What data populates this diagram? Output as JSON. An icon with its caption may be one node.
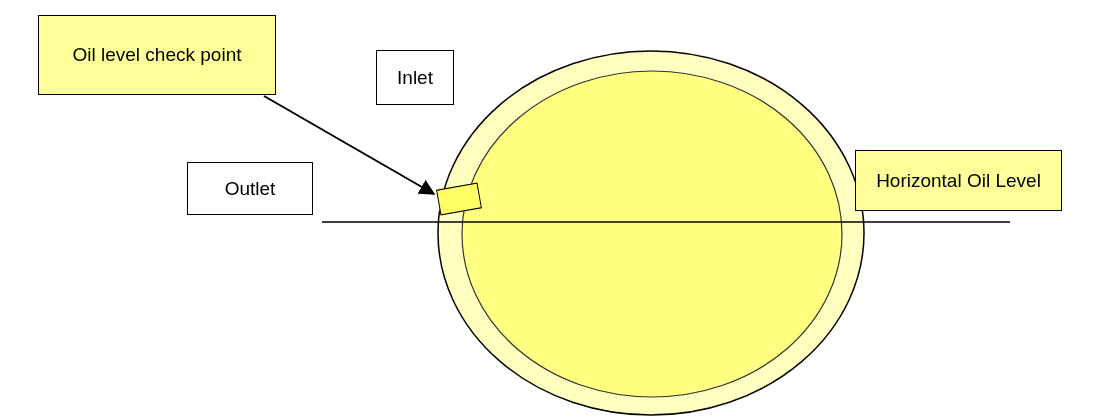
{
  "diagram": {
    "nodes": [
      {
        "text": [
          "Oil level check point"
        ]
      },
      {
        "text": [
          "Inlet"
        ]
      },
      {
        "text": [
          "Outlet"
        ]
      },
      {
        "text": [
          "Horizontal Oil Level"
        ]
      },
      {
        "text": [],
        "shape": "box"
      }
    ],
    "edges": [
      {
        "from": 0,
        "to": 4,
        "arrow": "to"
      }
    ]
  }
}
